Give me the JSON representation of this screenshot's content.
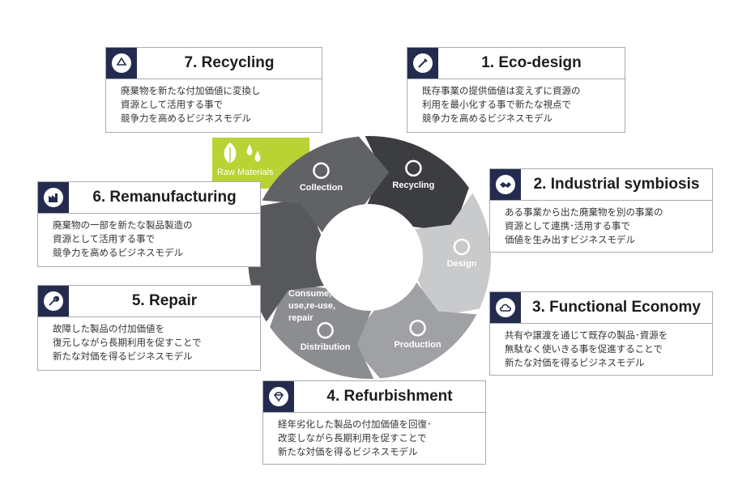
{
  "center_lines": [
    "Consume,",
    "use,re-use,",
    "repair"
  ],
  "raw_materials": "Raw Materials",
  "segments": [
    {
      "key": "recycling",
      "label": "Recycling",
      "color": "#3c3d41",
      "icon": "recycle-icon"
    },
    {
      "key": "design",
      "label": "Design",
      "color": "#c9cacc",
      "icon": "lightbulb-icon"
    },
    {
      "key": "production",
      "label": "Production",
      "color": "#9fa1a4",
      "icon": "factory-icon"
    },
    {
      "key": "distribution",
      "label": "Distribution",
      "color": "#8b8d90",
      "icon": "cart-icon"
    },
    {
      "key": "consume",
      "label": "",
      "color": "#56585c",
      "icon": "wrench-icon"
    },
    {
      "key": "collection",
      "label": "Collection",
      "color": "#606266",
      "icon": "truck-icon"
    }
  ],
  "cards": [
    {
      "key": "recycling",
      "title": "7. Recycling",
      "icon": "recycle-icon",
      "lines": [
        "廃棄物を新たな付加価値に変換し",
        "資源として活用する事で",
        "競争力を高めるビジネスモデル"
      ]
    },
    {
      "key": "eco",
      "title": "1. Eco-design",
      "icon": "pen-icon",
      "lines": [
        "既存事業の提供価値は変えずに資源の",
        "利用を最小化する事で新たな視点で",
        "競争力を高めるビジネスモデル"
      ]
    },
    {
      "key": "industrial",
      "title": "2. Industrial symbiosis",
      "icon": "handshake-icon",
      "lines": [
        "ある事業から出た廃棄物を別の事業の",
        "資源として連携･活用する事で",
        "価値を生み出すビジネスモデル"
      ]
    },
    {
      "key": "functional",
      "title": "3. Functional Economy",
      "icon": "cloud-icon",
      "lines": [
        "共有や譲渡を通じて既存の製品･資源を",
        "無駄なく使いきる事を促進することで",
        "新たな対価を得るビジネスモデル"
      ]
    },
    {
      "key": "refurb",
      "title": "4. Refurbishment",
      "icon": "diamond-icon",
      "lines": [
        "経年劣化した製品の付加価値を回復･",
        "改変しながら長期利用を促すことで",
        "新たな対価を得るビジネスモデル"
      ]
    },
    {
      "key": "repair",
      "title": "5. Repair",
      "icon": "wrench-icon",
      "lines": [
        "故障した製品の付加価値を",
        "復元しながら長期利用を促すことで",
        "新たな対価を得るビジネスモデル"
      ]
    },
    {
      "key": "reman",
      "title": "6. Remanufacturing",
      "icon": "factory-icon",
      "lines": [
        "廃棄物の一部を新たな製品製造の",
        "資源として活用する事で",
        "競争力を高めるビジネスモデル"
      ]
    }
  ]
}
